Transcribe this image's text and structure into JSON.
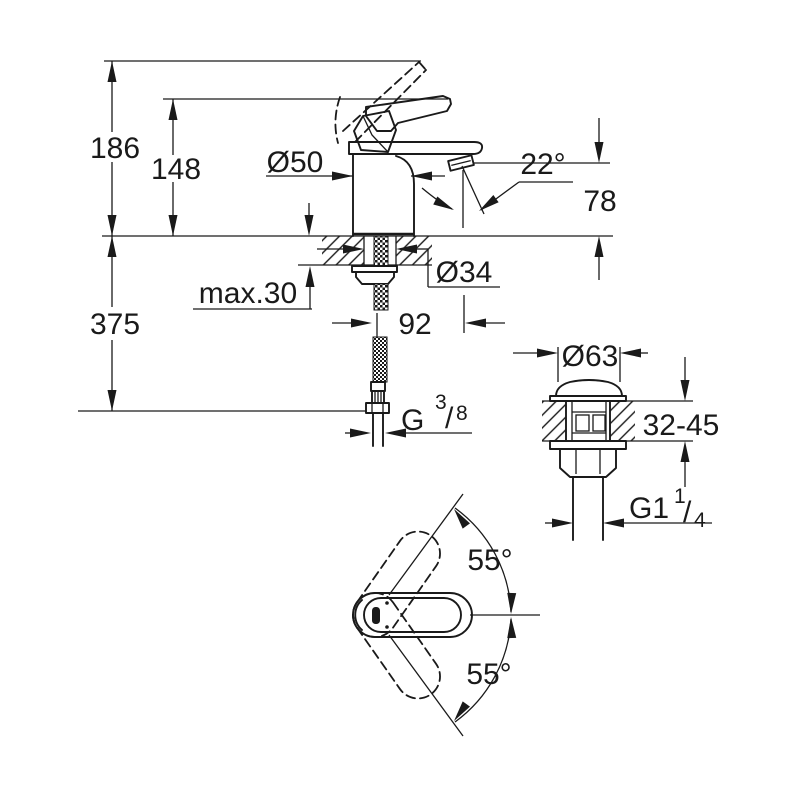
{
  "drawing": {
    "background_color": "#ffffff",
    "line_color": "#1a1a1a",
    "type": "faucet-installation-dimension-drawing"
  },
  "labels": {
    "total_height": "186",
    "lever_height": "148",
    "body_diameter": "Ø50",
    "spout_angle": "22°",
    "spout_outlet_height": "78",
    "max_counter_thickness": "max.30",
    "mounting_hole_diameter": "Ø34",
    "supply_hose_length": "375",
    "spout_reach": "92",
    "supply_thread_g": "G",
    "supply_thread_num": "3",
    "supply_thread_slash": "/",
    "supply_thread_den": "8",
    "waste_cap_diameter": "Ø63",
    "waste_deck_range": "32-45",
    "waste_thread_g": "G1",
    "waste_thread_num": "1",
    "waste_thread_slash": "/",
    "waste_thread_den": "4",
    "handle_swing_upper": "55°",
    "handle_swing_lower": "55°"
  }
}
